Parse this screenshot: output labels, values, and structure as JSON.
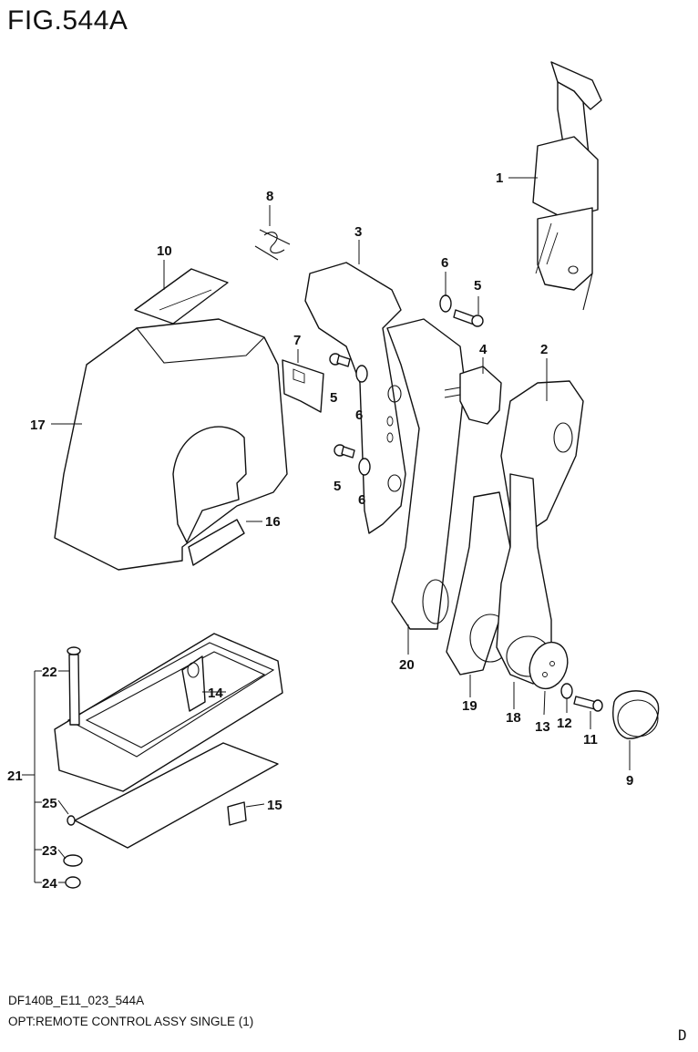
{
  "figure": {
    "title": "FIG.544A",
    "code": "DF140B_E11_023_544A",
    "description": "OPT:REMOTE CONTROL ASSY SINGLE (1)",
    "corner_mark": "D"
  },
  "callouts": {
    "p1": "1",
    "p2": "2",
    "p3": "3",
    "p4": "4",
    "p5a": "5",
    "p5b": "5",
    "p5c": "5",
    "p6a": "6",
    "p6b": "6",
    "p6c": "6",
    "p7": "7",
    "p8": "8",
    "p9": "9",
    "p10": "10",
    "p11": "11",
    "p12": "12",
    "p13": "13",
    "p14": "14",
    "p15": "15",
    "p16": "16",
    "p17": "17",
    "p18": "18",
    "p19": "19",
    "p20": "20",
    "p21": "21",
    "p22": "22",
    "p23": "23",
    "p24": "24",
    "p25": "25"
  }
}
